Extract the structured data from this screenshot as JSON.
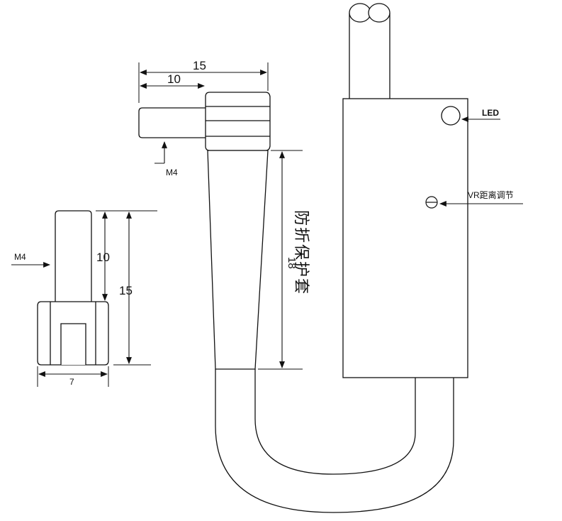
{
  "labels": {
    "dim_15_top": "15",
    "dim_10_top": "10",
    "m4_side": "M4",
    "m4_front": "M4",
    "dim_10_front": "10",
    "dim_15_front": "15",
    "dim_7_front": "7",
    "dim_18": "18",
    "sleeve_text": "防折保护套",
    "led": "LED",
    "vr": "VR距离调节"
  },
  "colors": {
    "line": "#111111",
    "fill": "#ffffff"
  }
}
